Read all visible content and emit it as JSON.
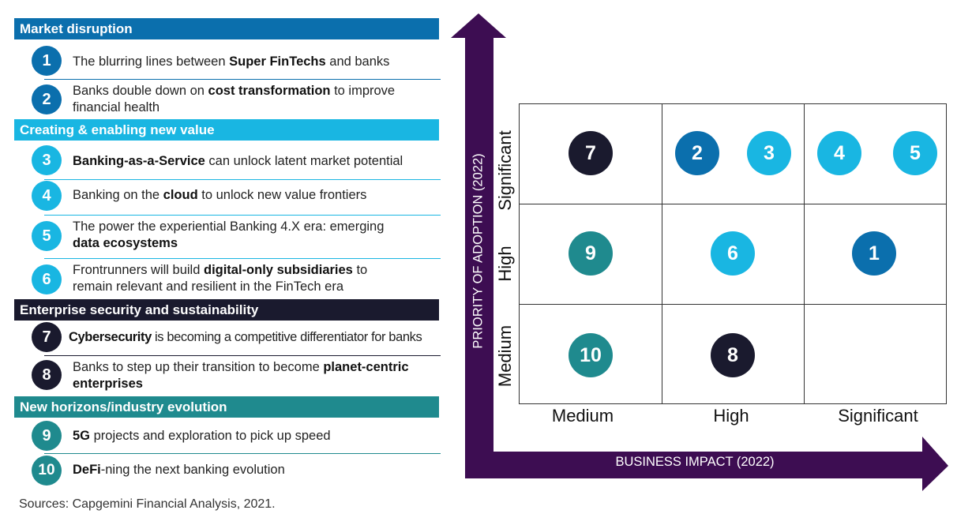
{
  "colors": {
    "market_disruption": "#0b6fad",
    "new_value": "#19b6e2",
    "security": "#1a1a2e",
    "horizons": "#1f8a8e",
    "arrow": "#3d0d52"
  },
  "sections": [
    {
      "title": "Market disruption"
    },
    {
      "title": "Creating & enabling new value"
    },
    {
      "title": "Enterprise security and sustainability"
    },
    {
      "title": "New horizons/industry evolution"
    }
  ],
  "items": [
    {
      "n": "1",
      "l1a": "The blurring lines between ",
      "l1b": "Super FinTechs",
      "l1c": " and banks",
      "l2a": "",
      "l2b": "",
      "l2c": ""
    },
    {
      "n": "2",
      "l1a": "Banks double down on ",
      "l1b": "cost transformation",
      "l1c": " to improve",
      "l2a": "financial health",
      "l2b": "",
      "l2c": ""
    },
    {
      "n": "3",
      "l1a": "",
      "l1b": "Banking-as-a-Service",
      "l1c": " can unlock latent market potential",
      "l2a": "",
      "l2b": "",
      "l2c": ""
    },
    {
      "n": "4",
      "l1a": "Banking on the ",
      "l1b": "cloud",
      "l1c": " to unlock new value frontiers",
      "l2a": "",
      "l2b": "",
      "l2c": ""
    },
    {
      "n": "5",
      "l1a": "The power the experiential Banking 4.X era: emerging",
      "l1b": "",
      "l1c": "",
      "l2a": "",
      "l2b": "data ecosystems",
      "l2c": ""
    },
    {
      "n": "6",
      "l1a": "Frontrunners will build ",
      "l1b": "digital-only subsidiaries",
      "l1c": " to",
      "l2a": "remain relevant and resilient in the FinTech era",
      "l2b": "",
      "l2c": ""
    },
    {
      "n": "7",
      "l1a": "",
      "l1b": "Cybersecurity",
      "l1c": " is becoming a competitive differentiator for banks",
      "l2a": "",
      "l2b": "",
      "l2c": ""
    },
    {
      "n": "8",
      "l1a": "Banks to step up their transition to become ",
      "l1b": "planet-centric",
      "l1c": "",
      "l2a": "",
      "l2b": "enterprises",
      "l2c": ""
    },
    {
      "n": "9",
      "l1a": "",
      "l1b": "5G",
      "l1c": " projects and exploration to pick up speed",
      "l2a": "",
      "l2b": "",
      "l2c": ""
    },
    {
      "n": "10",
      "l1a": "",
      "l1b": "DeFi",
      "l1c": "-ning the next banking evolution",
      "l2a": "",
      "l2b": "",
      "l2c": ""
    }
  ],
  "source": "Sources: Capgemini Financial Analysis, 2021.",
  "matrix": {
    "x_axis_title": "BUSINESS IMPACT (2022)",
    "y_axis_title": "PRIORITY OF ADOPTION (2022)",
    "x_levels": [
      "Medium",
      "High",
      "Significant"
    ],
    "y_levels": [
      "Medium",
      "High",
      "Significant"
    ],
    "placements": [
      {
        "n": "7",
        "impact": "Medium",
        "priority": "Significant"
      },
      {
        "n": "2",
        "impact": "High",
        "priority": "Significant"
      },
      {
        "n": "3",
        "impact": "High",
        "priority": "Significant"
      },
      {
        "n": "4",
        "impact": "Significant",
        "priority": "Significant"
      },
      {
        "n": "5",
        "impact": "Significant",
        "priority": "Significant"
      },
      {
        "n": "9",
        "impact": "Medium",
        "priority": "High"
      },
      {
        "n": "6",
        "impact": "High",
        "priority": "High"
      },
      {
        "n": "1",
        "impact": "Significant",
        "priority": "High"
      },
      {
        "n": "10",
        "impact": "Medium",
        "priority": "Medium"
      },
      {
        "n": "8",
        "impact": "High",
        "priority": "Medium"
      }
    ]
  }
}
